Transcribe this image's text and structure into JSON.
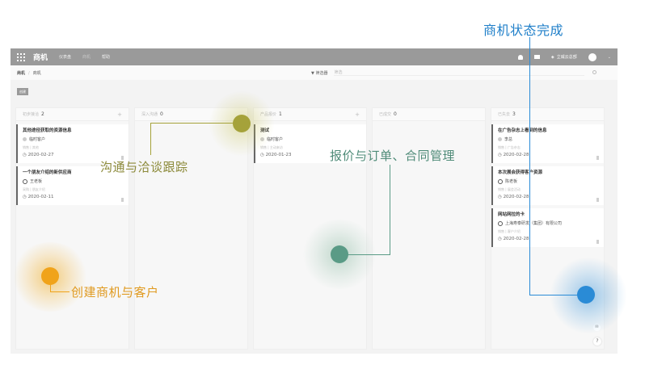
{
  "top_callout": "商机状态完成",
  "app": {
    "brand": "商机",
    "nav_tabs": [
      "仪表盘",
      "商机",
      "帮助"
    ],
    "company": "立威云总部",
    "breadcrumb": {
      "root": "商机",
      "sep": "/",
      "current": "商机"
    },
    "filter_label": "筛选器",
    "filter_placeholder": "筛选",
    "new_button": "创建"
  },
  "columns": [
    {
      "name": "初步接洽",
      "count": "2",
      "plus": "+",
      "cards": [
        {
          "title": "其他途径获取的资源信息",
          "customer": "临时客户",
          "tags": "销售 | 其他",
          "date": "2020-02-27",
          "icon": "person-icon"
        },
        {
          "title": "一个朋友介绍的新供应商",
          "customer": "王老板",
          "tags": "采购 | 朋友介绍",
          "date": "2020-02-11",
          "icon": "org-icon"
        }
      ]
    },
    {
      "name": "深入沟通",
      "count": "0",
      "plus": "",
      "cards": []
    },
    {
      "name": "产品报价",
      "count": "1",
      "plus": "+",
      "cards": [
        {
          "title": "测试",
          "customer": "临时客户",
          "tags": "销售 | 主动来访",
          "date": "2020-01-23",
          "icon": "person-icon"
        }
      ]
    },
    {
      "name": "已成交",
      "count": "0",
      "plus": "",
      "cards": []
    },
    {
      "name": "已失去",
      "count": "3",
      "plus": "",
      "cards": [
        {
          "title": "在广告杂志上看到的信息",
          "customer": "李总",
          "tags": "销售 | 广告杂志",
          "date": "2020-02-28",
          "icon": "person-icon"
        },
        {
          "title": "本次展会获得客户资源",
          "customer": "陈老板",
          "tags": "销售 | 展会活动",
          "date": "2020-02-28",
          "icon": "org-icon"
        },
        {
          "title": "网站网拉的卡",
          "customer": "上海寿泰研发（集团）有限公司",
          "tags": "销售 | 客户介绍",
          "date": "2020-02-28",
          "icon": "org-icon"
        }
      ]
    }
  ],
  "callouts": {
    "communication": "沟通与洽谈跟踪",
    "quotation": "报价与订单、合同管理",
    "create": "创建商机与客户"
  },
  "help_label": "?",
  "chat_label": "✉",
  "colors": {
    "olive": "#a5a23a",
    "green": "#5a9b86",
    "orange": "#f0a31a",
    "blue": "#2a8bd6"
  }
}
